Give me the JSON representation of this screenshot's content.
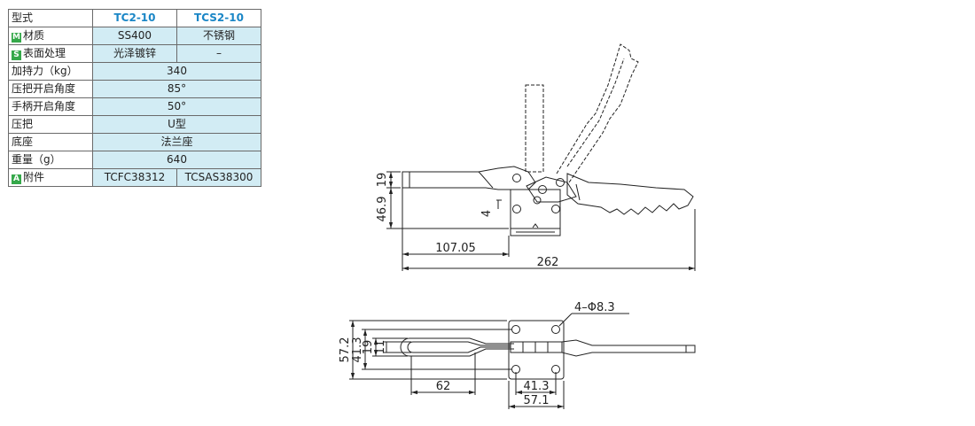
{
  "table": {
    "header": {
      "label": "型式",
      "col1": "TC2-10",
      "col2": "TCS2-10"
    },
    "rows": [
      {
        "badge": "M",
        "label": "材质",
        "v1": "SS400",
        "v2": "不锈钢"
      },
      {
        "badge": "S",
        "label": "表面处理",
        "v1": "光泽镀锌",
        "v2": "–"
      },
      {
        "label": "加持力（kg）",
        "v": "340"
      },
      {
        "label": "压把开启角度",
        "v": "85°"
      },
      {
        "label": "手柄开启角度",
        "v": "50°"
      },
      {
        "label": "压把",
        "v": "U型"
      },
      {
        "label": "底座",
        "v": "法兰座"
      },
      {
        "label": "重量（g）",
        "v": "640"
      },
      {
        "badge": "A",
        "label": "附件",
        "v1": "TCFC38312",
        "v2": "TCSAS38300"
      }
    ]
  },
  "side_view": {
    "dims": {
      "arm_height": "19",
      "total_height": "46.9",
      "pivot_offset": "4",
      "arm_length": "107.05",
      "total_length": "262"
    }
  },
  "top_view": {
    "dims": {
      "holes": "4–Φ8.3",
      "h_outer": "57.2",
      "h_hole": "41.3",
      "h_arm": "19",
      "h_slot": "11",
      "slot_length": "62",
      "w_hole": "41.3",
      "w_outer": "57.1"
    }
  },
  "colors": {
    "accent": "#1a86c6",
    "value_cell": "#d2ecf4",
    "badge": "#35a84a",
    "line": "#222222"
  }
}
